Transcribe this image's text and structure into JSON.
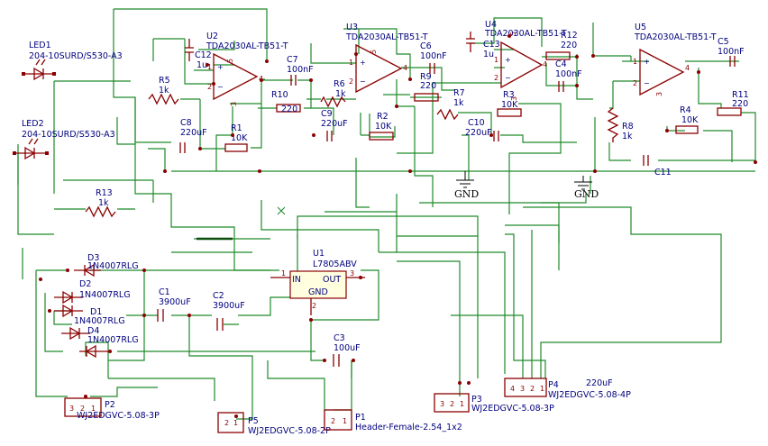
{
  "components": {
    "led1": {
      "ref": "LED1",
      "value": "204-10SURD/S530-A3"
    },
    "led2": {
      "ref": "LED2",
      "value": "204-10SURD/S530-A3"
    },
    "u1": {
      "ref": "U1",
      "value": "L7805ABV",
      "pin_in": "IN",
      "pin_out": "OUT",
      "pin_gnd": "GND",
      "n1": "1",
      "n2": "2",
      "n3": "3"
    },
    "u2": {
      "ref": "U2",
      "value": "TDA2030AL-TB51-T"
    },
    "u3": {
      "ref": "U3",
      "value": "TDA2030AL-TB51-T"
    },
    "u4": {
      "ref": "U4",
      "value": "TDA2030AL-TB51-T"
    },
    "u5": {
      "ref": "U5",
      "value": "TDA2030AL-TB51-T"
    },
    "r1": {
      "ref": "R1",
      "value": "10K"
    },
    "r2": {
      "ref": "R2",
      "value": "10K"
    },
    "r3": {
      "ref": "R3",
      "value": "10K"
    },
    "r4": {
      "ref": "R4",
      "value": "10K"
    },
    "r5": {
      "ref": "R5",
      "value": "1k"
    },
    "r6": {
      "ref": "R6",
      "value": "1k"
    },
    "r7": {
      "ref": "R7",
      "value": "1k"
    },
    "r8": {
      "ref": "R8",
      "value": "1k"
    },
    "r9": {
      "ref": "R9",
      "value": "220"
    },
    "r10": {
      "ref": "R10",
      "value": "220"
    },
    "r11": {
      "ref": "R11",
      "value": "220"
    },
    "r12": {
      "ref": "R12",
      "value": "220"
    },
    "r13": {
      "ref": "R13",
      "value": "1k"
    },
    "c1": {
      "ref": "C1",
      "value": "3900uF"
    },
    "c2": {
      "ref": "C2",
      "value": "3900uF"
    },
    "c3": {
      "ref": "C3",
      "value": "100uF"
    },
    "c4": {
      "ref": "C4",
      "value": "100nF"
    },
    "c5": {
      "ref": "C5",
      "value": "100nF"
    },
    "c6": {
      "ref": "C6",
      "value": "100nF"
    },
    "c7": {
      "ref": "C7",
      "value": "100nF"
    },
    "c8": {
      "ref": "C8",
      "value": "220uF"
    },
    "c9": {
      "ref": "C9",
      "value": "220uF"
    },
    "c10": {
      "ref": "C10",
      "value": "220uF"
    },
    "c11": {
      "ref": "C11",
      "value": ""
    },
    "c12": {
      "ref": "C12",
      "value": "1u"
    },
    "c13": {
      "ref": "C13",
      "value": "1u"
    },
    "d1": {
      "ref": "D1",
      "value": "1N4007RLG"
    },
    "d2": {
      "ref": "D2",
      "value": "1N4007RLG"
    },
    "d3": {
      "ref": "D3",
      "value": "1N4007RLG"
    },
    "d4": {
      "ref": "D4",
      "value": "1N4007RLG"
    },
    "p1": {
      "ref": "P1",
      "value": "Header-Female-2.54_1x2"
    },
    "p2": {
      "ref": "P2",
      "value": "WJ2EDGVC-5.08-3P"
    },
    "p3": {
      "ref": "P3",
      "value": "WJ2EDGVC-5.08-3P"
    },
    "p4": {
      "ref": "P4",
      "value": "WJ2EDGVC-5.08-4P",
      "extra": "220uF"
    },
    "p5": {
      "ref": "P5",
      "value": "WJ2EDGVC-5.08-2P"
    },
    "gnd1": {
      "label": "GND"
    },
    "gnd2": {
      "label": "GND"
    }
  },
  "pin_numbers": {
    "plus": "+",
    "minus": "−",
    "one": "1",
    "two": "2",
    "three": "3",
    "four": "4",
    "five": "5"
  }
}
